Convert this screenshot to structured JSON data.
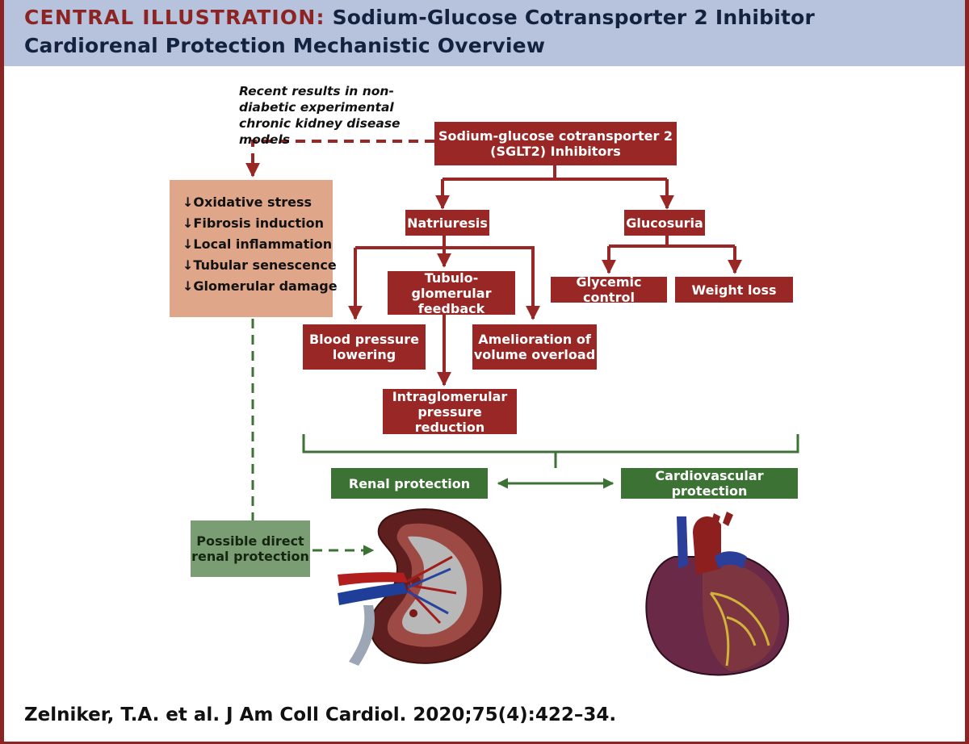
{
  "header": {
    "label": "CENTRAL ILLUSTRATION:",
    "title_line1": "Sodium-Glucose Cotransporter 2 Inhibitor",
    "title_line2": "Cardiorenal Protection Mechanistic Overview"
  },
  "note": "Recent results in non-diabetic experimental chronic kidney disease models",
  "nodes": {
    "sglt2": "Sodium-glucose cotransporter 2 (SGLT2) Inhibitors",
    "natriuresis": "Natriuresis",
    "glucosuria": "Glucosuria",
    "tubulo": "Tubulo-glomerular feedback",
    "glycemic": "Glycemic control",
    "weight": "Weight loss",
    "bp": "Blood pressure lowering",
    "volume": "Amelioration of volume overload",
    "intraglomerular": "Intraglomerular pressure reduction",
    "renal": "Renal protection",
    "cardio": "Cardiovascular protection",
    "direct": "Possible direct renal protection"
  },
  "effects": [
    "↓Oxidative stress",
    "↓Fibrosis induction",
    "↓Local inflammation",
    "↓Tubular senescence",
    "↓Glomerular damage"
  ],
  "citation": "Zelniker, T.A. et al. J Am Coll Cardiol. 2020;75(4):422–34.",
  "colors": {
    "frame": "#8b2423",
    "header_bg": "#b7c3dd",
    "title_label": "#8b2423",
    "title_text": "#13223f",
    "red_box": "#982725",
    "green_box": "#3c7234",
    "light_green_box": "#7a9d73",
    "peach_box": "#dfa68a"
  },
  "icons": [
    "kidney-illustration",
    "heart-illustration"
  ]
}
